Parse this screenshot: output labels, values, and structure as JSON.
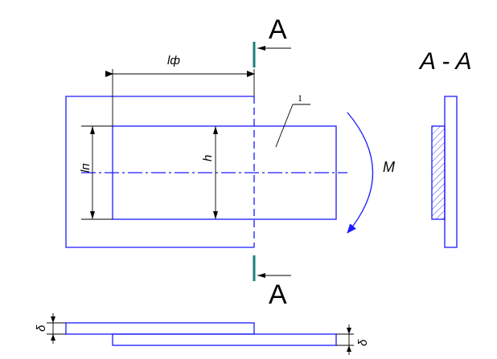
{
  "labels": {
    "section_top": "A",
    "section_bottom": "A",
    "section_view": "A - A",
    "length_overlap": "lф",
    "plate_height": "lп",
    "strip_height": "h",
    "moment": "M",
    "part_number": "1",
    "thickness_left": "δ",
    "thickness_right": "δ"
  },
  "colors": {
    "outline": "#1a1aff",
    "dimension": "#000000",
    "section_mark": "#17807a"
  }
}
